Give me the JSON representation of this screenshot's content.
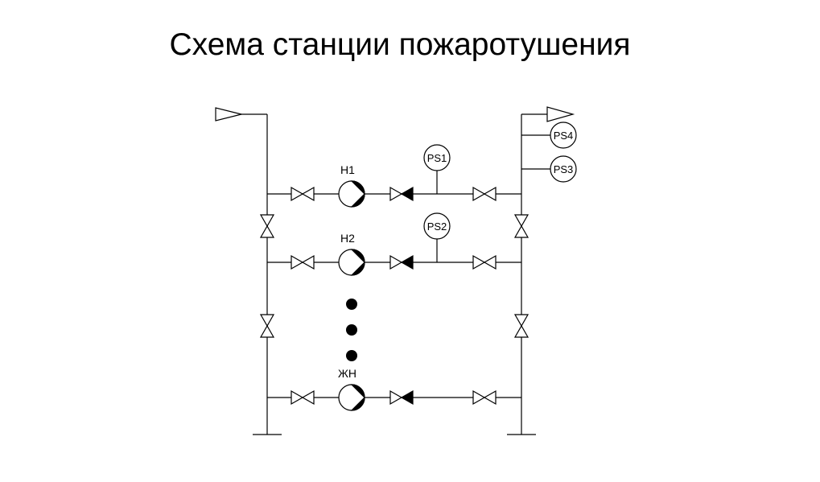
{
  "title": "Схема станции пожаротушения",
  "pumps": [
    {
      "label": "Н1"
    },
    {
      "label": "Н2"
    },
    {
      "label": "ЖН"
    }
  ],
  "pressure_switches": [
    {
      "label": "PS1"
    },
    {
      "label": "PS2"
    },
    {
      "label": "PS3"
    },
    {
      "label": "PS4"
    }
  ]
}
